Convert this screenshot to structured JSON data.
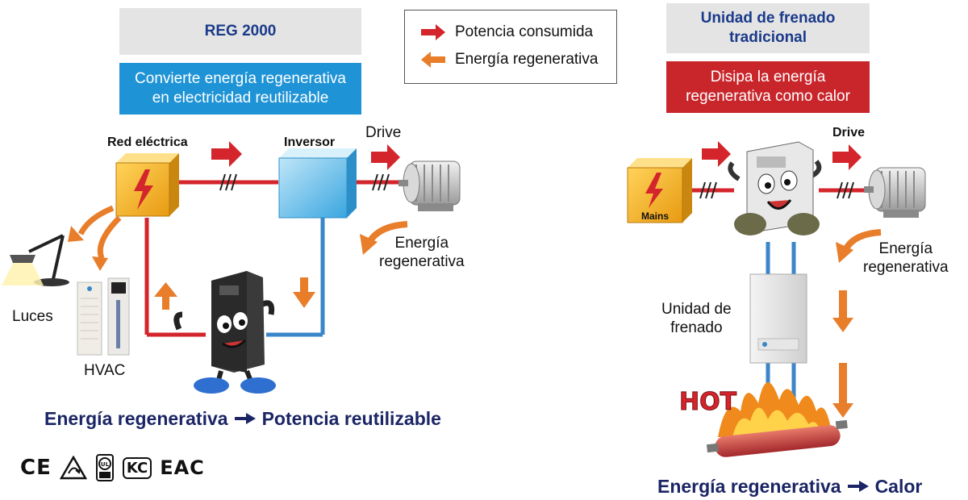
{
  "left_panel": {
    "title": "REG 2000",
    "subtitle_lines": [
      "Convierte energía regenerativa",
      "en electricidad reutilizable"
    ],
    "grid_label": "Red eléctrica",
    "inverter_label": "Inversor",
    "drive_label": "Drive",
    "regen_label_lines": [
      "Energía",
      "regenerativa"
    ],
    "lights_label": "Luces",
    "hvac_label": "HVAC",
    "summary_from": "Energía regenerativa",
    "summary_to": "Potencia reutilizable"
  },
  "legend": {
    "consumed": {
      "label": "Potencia consumida",
      "color": "#d3252b"
    },
    "regenerative": {
      "label": "Energía regenerativa",
      "color": "#e87d2a"
    }
  },
  "right_panel": {
    "title_lines": [
      "Unidad de frenado",
      "tradicional"
    ],
    "subtitle_lines": [
      "Disipa la energía",
      "regenerativa como calor"
    ],
    "mains_label": "Mains",
    "drive_label": "Drive",
    "regen_label_lines": [
      "Energía",
      "regenerativa"
    ],
    "brake_unit_lines": [
      "Unidad de",
      "frenado"
    ],
    "hot_label": "HOT",
    "summary_from": "Energía regenerativa",
    "summary_to": "Calor"
  },
  "certifications": [
    "CE",
    "RCM",
    "UL",
    "KC",
    "EAC"
  ],
  "colors": {
    "consumed_line": "#d3252b",
    "regen_line": "#3a86c8",
    "regen_arrow": "#e87d2a",
    "grid_box": "#f2b41e",
    "inverter_box": "#4fb6e6",
    "title_blue": "#1a3a8a",
    "summary_navy": "#1b2565"
  },
  "icons": [
    "lightning-icon",
    "motor-icon",
    "desk-lamp-icon",
    "hvac-cabinet-icon",
    "regen-unit-mascot",
    "drive-mascot",
    "braking-resistor-icon",
    "fire-icon"
  ]
}
